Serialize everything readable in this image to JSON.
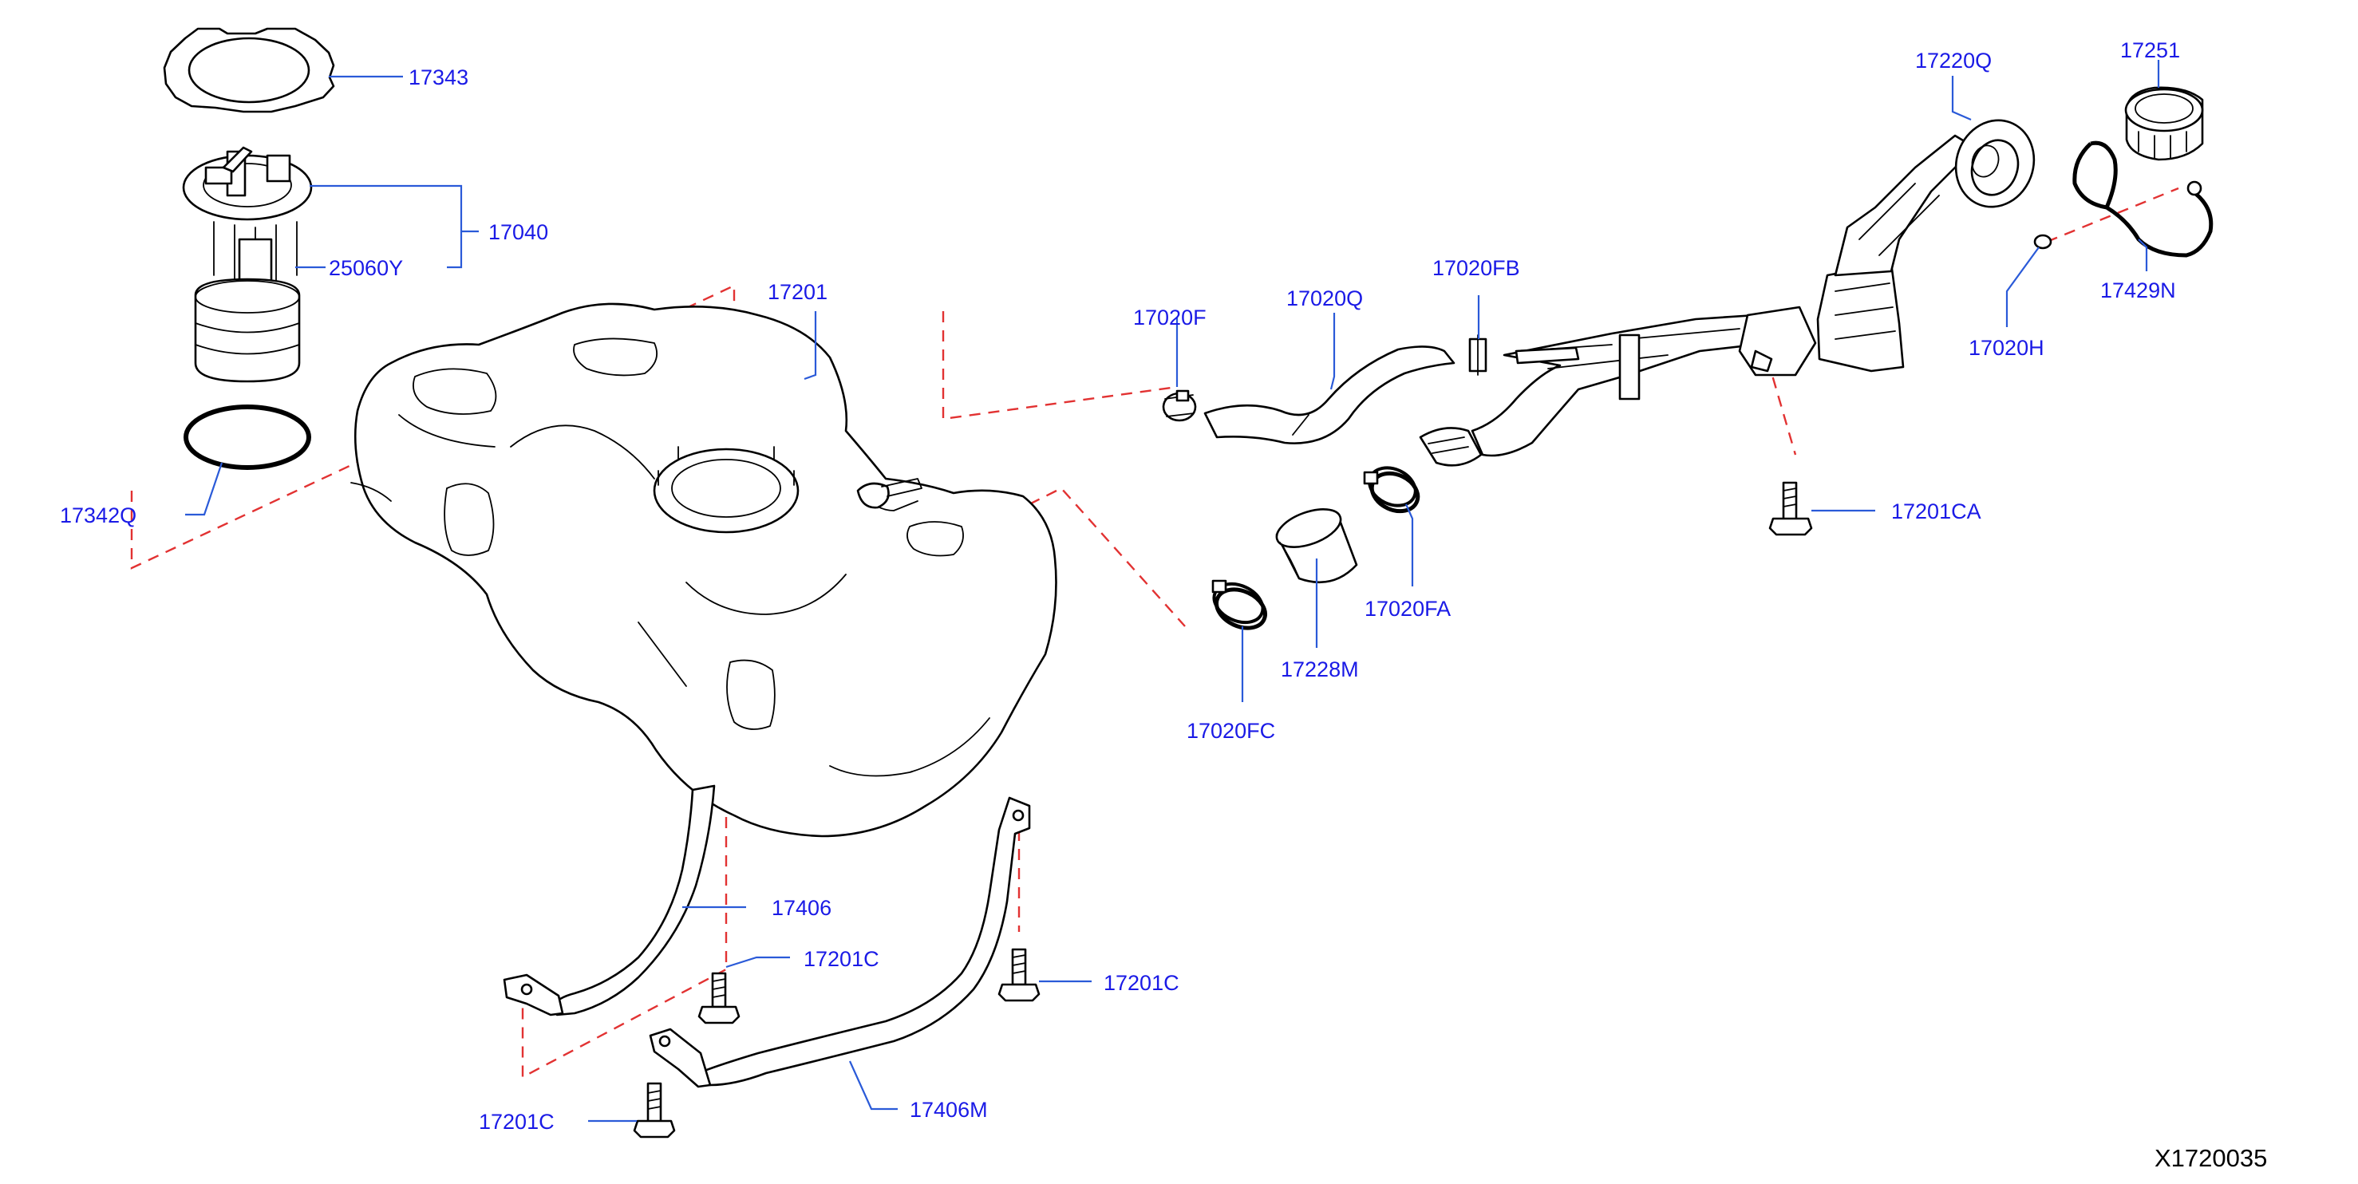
{
  "diagram": {
    "ref_code": "X1720035",
    "colors": {
      "label": "#1a1ae6",
      "leader": "#2a5ad8",
      "dashed_guide": "#e23232",
      "line_art": "#000000"
    },
    "labels": {
      "p17343": "17343",
      "p17040": "17040",
      "p25060Y": "25060Y",
      "p17342Q": "17342Q",
      "p17201": "17201",
      "p17020F": "17020F",
      "p17020Q": "17020Q",
      "p17020FB": "17020FB",
      "p17220Q": "17220Q",
      "p17251": "17251",
      "p17429N": "17429N",
      "p17020H": "17020H",
      "p17201CA": "17201CA",
      "p17020FA": "17020FA",
      "p17228M": "17228M",
      "p17020FC": "17020FC",
      "p17406": "17406",
      "p17201C_a": "17201C",
      "p17201C_b": "17201C",
      "p17201C_c": "17201C",
      "p17406M": "17406M"
    }
  }
}
